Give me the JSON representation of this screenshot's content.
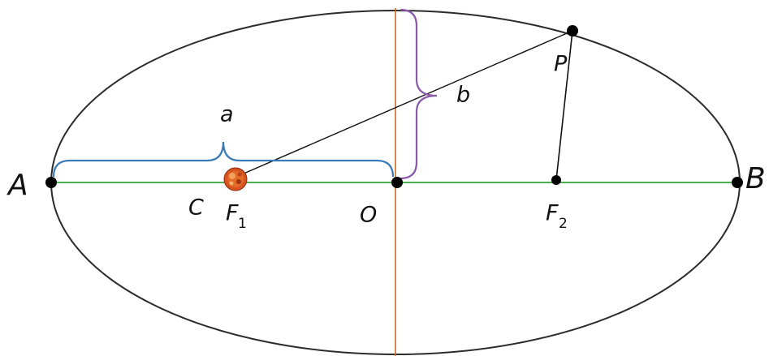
{
  "labels": {
    "A": "A",
    "B": "B",
    "O": "O",
    "C": "C",
    "F1_main": "F",
    "F1_sub": "1",
    "F2_main": "F",
    "F2_sub": "2",
    "P": "P",
    "a": "a",
    "b": "b"
  },
  "colors": {
    "ellipse": "#2b2b2b",
    "major_axis": "#4caf50",
    "minor_axis": "#d2691e",
    "brace_a": "#3a7ab8",
    "brace_b": "#8a5aa8",
    "focal_lines": "#111111",
    "points": "#000000",
    "star_fill": "#d8541f",
    "star_core": "#f4a25b"
  }
}
